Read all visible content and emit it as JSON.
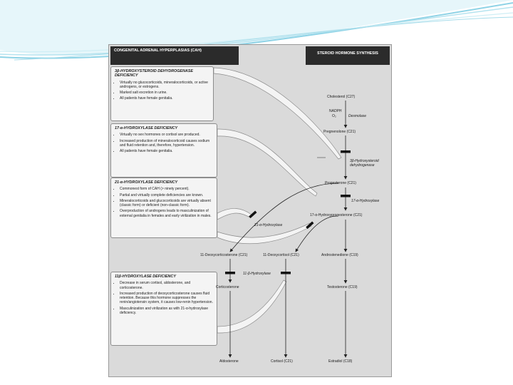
{
  "header": {
    "left_title": "CONGENITAL ADRENAL HYPERPLASIAS (CAH)",
    "right_title": "STEROID HORMONE SYNTHESIS"
  },
  "panels": [
    {
      "title": "3β-HYDROXYSTEROID DEHYDROGENASE DEFICIENCY",
      "items": [
        "Virtually no glucocorticoids, mineralocorticoids, or active androgens, or estrogens.",
        "Marked salt excretion in urine.",
        "All patients have female genitalia."
      ]
    },
    {
      "title": "17-α-HYDROXYLASE DEFICIENCY",
      "items": [
        "Virtually no sex hormones or cortisol are produced.",
        "Increased production of mineralocorticoid causes sodium and fluid retention and, therefore, hypertension.",
        "All patients have female genitalia."
      ]
    },
    {
      "title": "21-α-HYDROXYLASE DEFICIENCY",
      "items": [
        "Commonest form of CAH (> ninety percent).",
        "Partial and virtually complete deficiencies are known.",
        "Mineralocorticoids and glucocorticoids are virtually absent (classic form) or deficient (non-classic form).",
        "Overproduction of androgens leads to masculinization of external genitalia in females and early virilization in males."
      ]
    },
    {
      "title": "11β-HYDROXYLASE DEFICIENCY",
      "items": [
        "Decrease in serum cortisol, aldosterone, and corticosterone.",
        "Increased production of deoxycorticosterone causes fluid retention. Because this hormone suppresses the renin/angiotensin system, it causes low-renin hypertension.",
        "Masculinization and virilization as with 21-α-hydroxylase deficiency."
      ]
    }
  ],
  "compounds": {
    "cholesterol": "Cholesterol (C27)",
    "nadph": "NADPH",
    "o2": "O₂",
    "pregnenolone": "Pregnenolone (C21)",
    "progesterone": "Progesterone (C21)",
    "ohp": "17-α-Hydroxyprogesterone (C21)",
    "doc": "11-Deoxycorticosterone (C21)",
    "deoxycortisol": "11-Deoxycortisol (C21)",
    "androstenedione": "Androstenedione (C19)",
    "corticosterone": "Corticosterone",
    "testosterone": "Testosterone (C19)",
    "aldosterone": "Aldosterone",
    "cortisol": "Cortisol (C21)",
    "estradiol": "Estradiol (C18)"
  },
  "enzymes": {
    "desmolase": "Desmolase",
    "hsd3b": "3β-Hydroxysteroid dehydrogenase",
    "hyd17": "17-α-Hydroxylase",
    "hyd21": "21-α-Hydroxylase",
    "hyd11": "11-β-Hydroxylase"
  },
  "colors": {
    "header_bg": "#2b2b2b",
    "figure_bg": "#dadada",
    "panel_bg": "#f4f4f4",
    "swoosh": "#8fd3e6"
  }
}
